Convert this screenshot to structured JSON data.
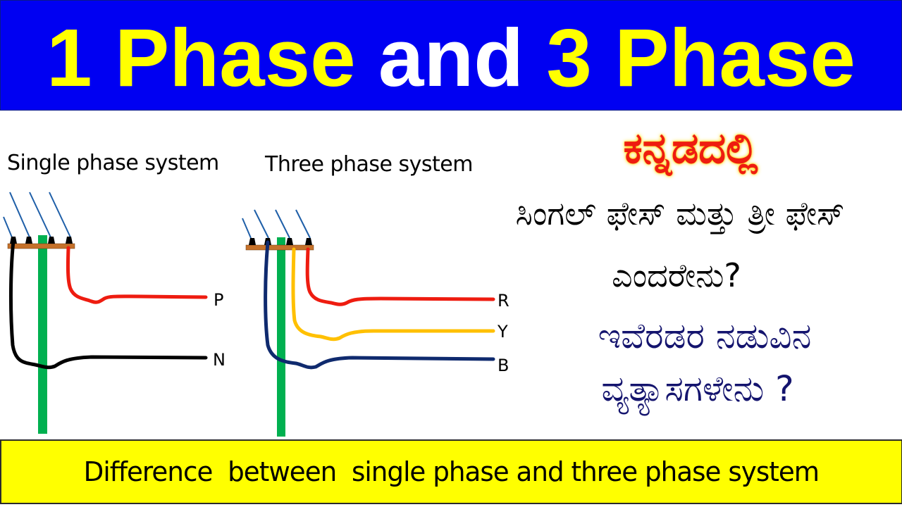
{
  "header": {
    "title_parts": [
      {
        "text": "1 Phase",
        "color": "#ffff00"
      },
      {
        "text": " and ",
        "color": "#ffffff"
      },
      {
        "text": "3 Phase",
        "color": "#ffff00"
      }
    ],
    "background": "#0000f2"
  },
  "diagrams": {
    "single": {
      "caption": "Single phase system",
      "wires": [
        {
          "label": "P",
          "color": "#ee1c10"
        },
        {
          "label": "N",
          "color": "#000000"
        }
      ]
    },
    "three": {
      "caption": "Three phase system",
      "wires": [
        {
          "label": "R",
          "color": "#ee1c10"
        },
        {
          "label": "Y",
          "color": "#ffc000"
        },
        {
          "label": "B",
          "color": "#0f2a6e"
        }
      ]
    },
    "pole_color": "#00b050",
    "crossarm_color": "#c5712a",
    "overhead_line_color": "#1f5fa8"
  },
  "kannada": {
    "line1": "ಕನ್ನಡದಲ್ಲಿ",
    "line2": "ಸಿಂಗಲ್ ಫೇಸ್ ಮತ್ತು ತ್ರೀ ಫೇಸ್",
    "line3": "ಎಂದರೇನು?",
    "line4": "ಇವೆರಡರ ನಡುವಿನ",
    "line5": "ವ್ಯತ್ಯಾಸಗಳೇನು ?"
  },
  "footer": {
    "text": "Difference  between  single phase and three phase system",
    "background": "#ffff00"
  }
}
